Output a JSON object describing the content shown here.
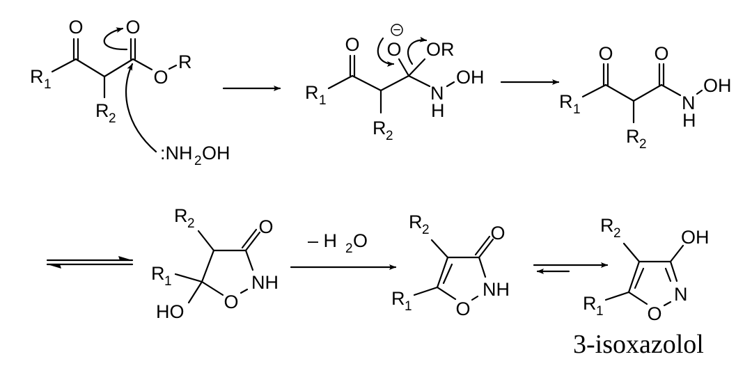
{
  "labels": {
    "O": "O",
    "R": "R",
    "sub1": "1",
    "sub2": "2",
    "N": "N",
    "H": "H",
    "OH": "OH",
    "HO": "HO",
    "OR": "OR",
    "NH": "NH",
    "minus": "−"
  },
  "reagent": {
    "prefix": ":NH",
    "sub": "2",
    "suffix": "OH"
  },
  "water_loss": {
    "prefix": "– H",
    "sub": "2",
    "suffix": "O"
  },
  "product_name": "3-isoxazolol",
  "colors": {
    "ink": "#000000",
    "background": "#ffffff"
  }
}
